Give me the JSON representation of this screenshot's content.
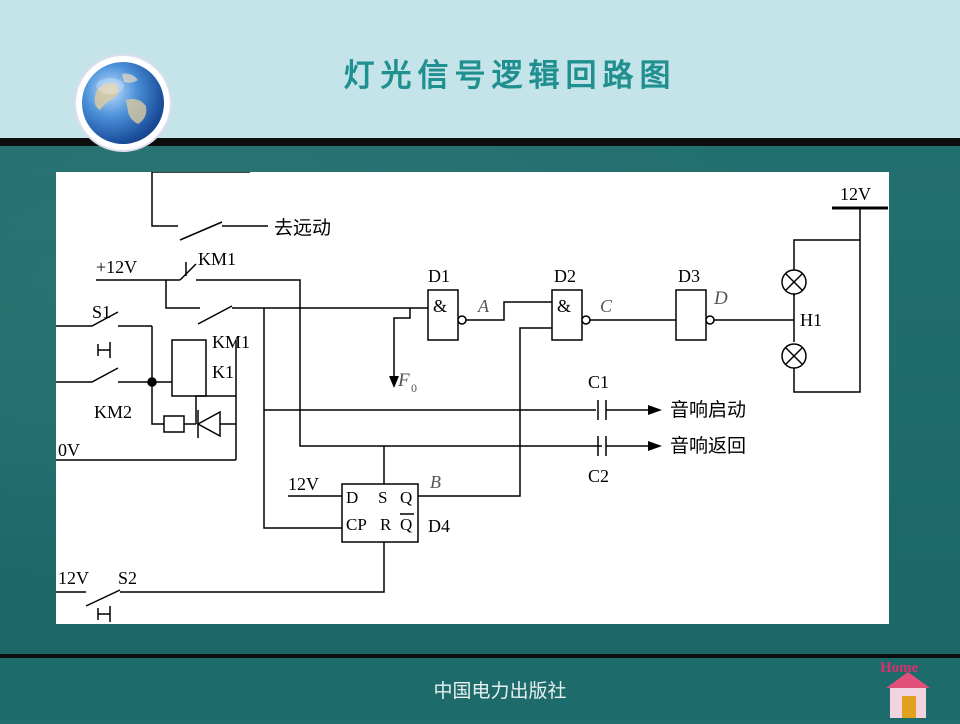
{
  "slide": {
    "title": "灯光信号逻辑回路图",
    "publisher": "中国电力出版社",
    "home_label": "Home"
  },
  "colors": {
    "header_bg": "#c4e4e9",
    "title": "#1f8f8f",
    "body_bg": "#1f6f6f",
    "panel_bg": "#ffffff"
  },
  "diagram": {
    "supply_12v_right": "12V",
    "remote_label": "去远动",
    "plus_12v": "+12V",
    "km1_top": "KM1",
    "s1": "S1",
    "km1_mid": "KM1",
    "k1": "K1",
    "km2": "KM2",
    "zero_v": "0V",
    "d1": "D1",
    "d2": "D2",
    "d3": "D3",
    "gate_and_1": "&",
    "gate_and_2": "&",
    "node_a": "A",
    "node_c": "C",
    "node_d": "D",
    "f0_main": "F",
    "f0_sub": "0",
    "h1": "H1",
    "c1": "C1",
    "c2": "C2",
    "sound_start": "音响启动",
    "sound_return": "音响返回",
    "ff_12v": "12V",
    "ff_d": "D",
    "ff_s": "S",
    "ff_q": "Q",
    "ff_cp": "CP",
    "ff_r": "R",
    "ff_qbar": "Q",
    "d4": "D4",
    "node_b": "B",
    "s2_12v": "12V",
    "s2": "S2"
  }
}
